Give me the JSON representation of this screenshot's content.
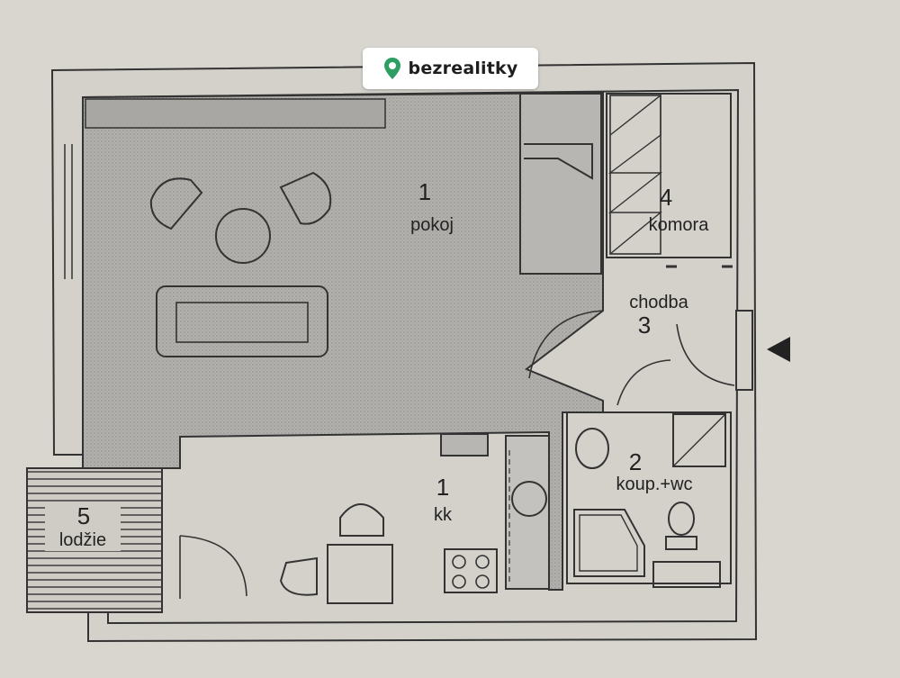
{
  "brand": {
    "name": "bezrealitky",
    "accent": "#2e9e62",
    "icon": "map-pin-icon"
  },
  "rooms": [
    {
      "id": "pokoj",
      "number": "1",
      "name": "pokoj"
    },
    {
      "id": "komora",
      "number": "4",
      "name": "komora"
    },
    {
      "id": "chodba",
      "number": "3",
      "name": "chodba"
    },
    {
      "id": "koupelna",
      "number": "2",
      "name": "koup.+wc"
    },
    {
      "id": "kk",
      "number": "1",
      "name": "kk"
    },
    {
      "id": "lodzie",
      "number": "5",
      "name": "lodžie"
    }
  ],
  "entrance": {
    "icon": "entrance-arrow-icon"
  },
  "colors": {
    "paper": "#d9d6d0",
    "wall": "#3a3a3a",
    "floor_fill": "#a9a7a3",
    "line": "#333333"
  }
}
